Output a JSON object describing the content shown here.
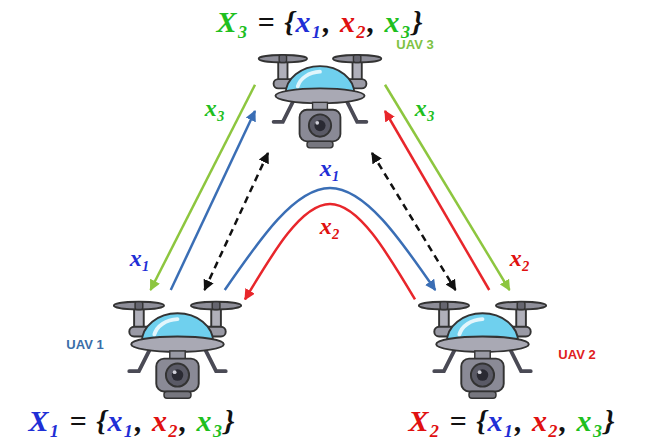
{
  "diagram": {
    "nodes": [
      {
        "text": [
          "X₃ = {x₁, x₂, x₃}",
          "UAV 3"
        ]
      },
      {
        "text": [
          "UAV 1",
          "X₁ = {x₁, x₂, x₃}"
        ]
      },
      {
        "text": [
          "UAV 2",
          "X₂ = {x₁, x₂, x₃}"
        ]
      }
    ],
    "edges": [
      {
        "from": 1,
        "to": 0,
        "label": "x₁",
        "arrow": "to"
      },
      {
        "from": 0,
        "to": 1,
        "label": "x₃",
        "arrow": "to"
      },
      {
        "from": 1,
        "to": 0,
        "arrow": "both"
      },
      {
        "from": 1,
        "to": 2,
        "label": "x₁",
        "arrow": "to"
      },
      {
        "from": 2,
        "to": 1,
        "label": "x₂",
        "arrow": "to"
      },
      {
        "from": 0,
        "to": 2,
        "label": "x₃",
        "arrow": "to"
      },
      {
        "from": 2,
        "to": 0,
        "label": "x₂",
        "arrow": "to"
      },
      {
        "from": 0,
        "to": 2,
        "arrow": "both"
      }
    ]
  }
}
